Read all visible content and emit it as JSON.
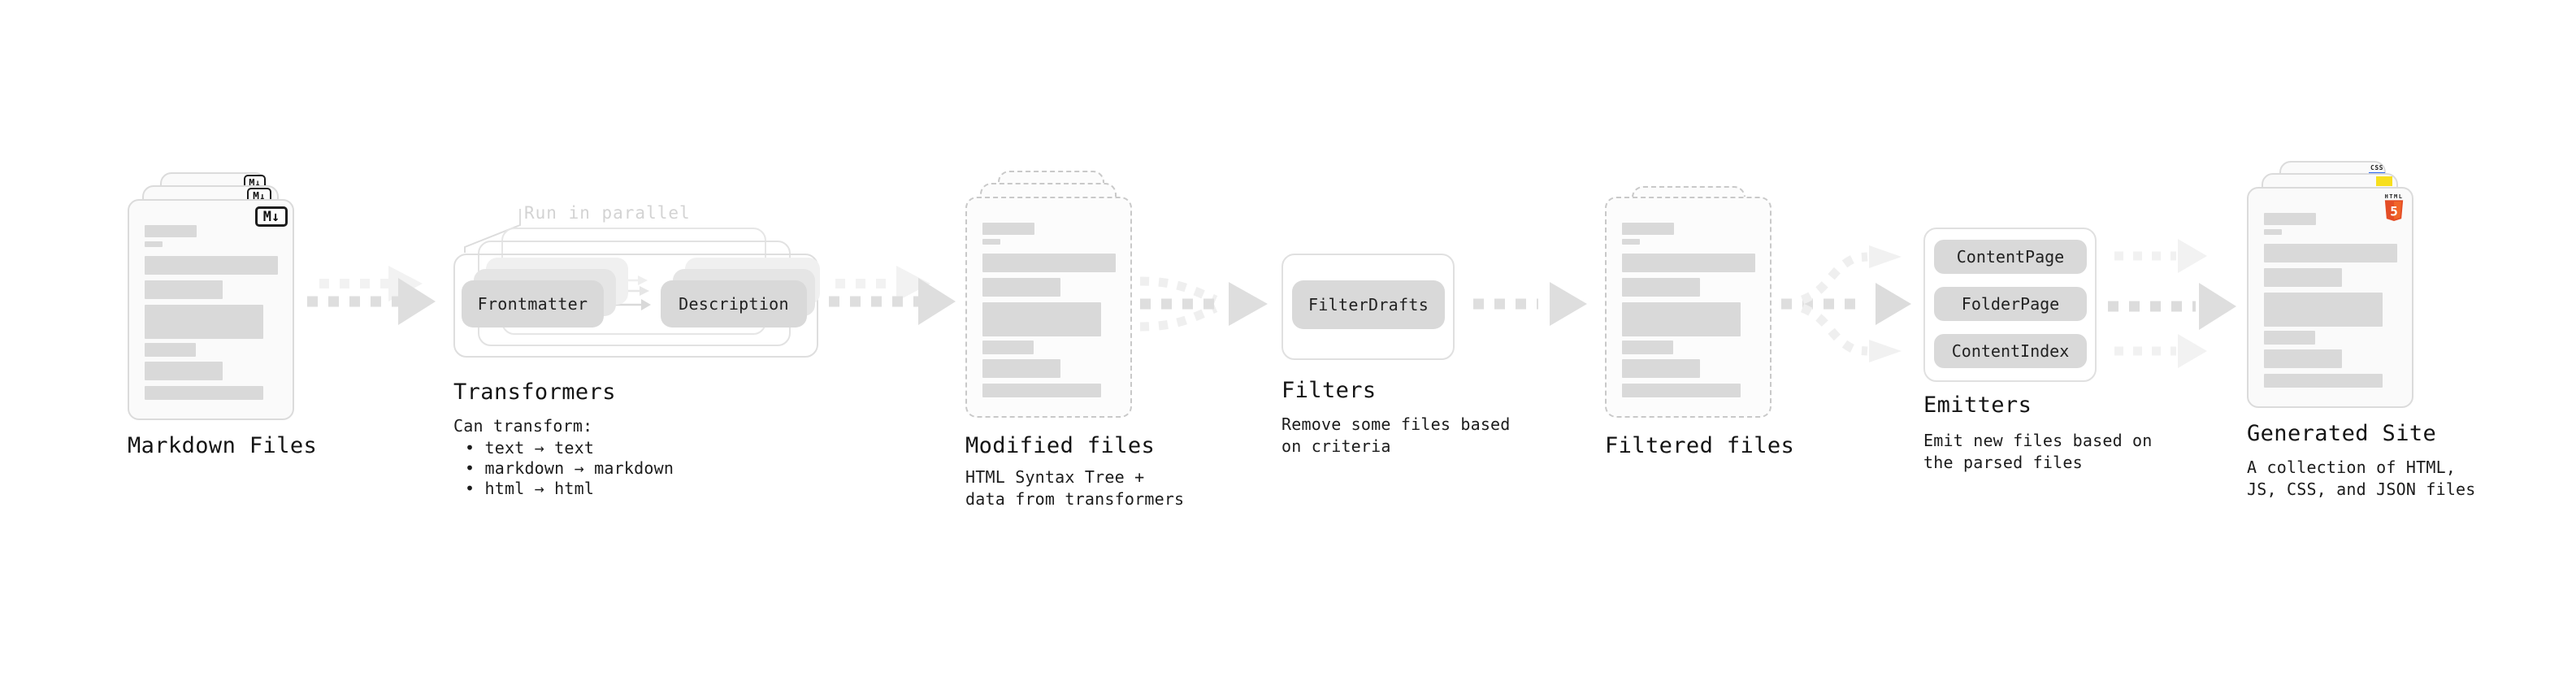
{
  "colors": {
    "html5_orange": "#e44d26",
    "html5_orange_light": "#f16529",
    "js_yellow": "#f7df1e",
    "css_blue": "#2965f1",
    "chip_gray": "#d9d9d9",
    "bar_gray": "#d9d9d9"
  },
  "file_page_bars": [
    {
      "w": 64,
      "h": 15,
      "mt": 30
    },
    {
      "w": 22,
      "h": 7,
      "mt": 5
    },
    {
      "w": 164,
      "h": 23,
      "mt": 11
    },
    {
      "w": 96,
      "h": 23,
      "mt": 7
    },
    {
      "w": 146,
      "h": 42,
      "mt": 7
    },
    {
      "w": 63,
      "h": 17,
      "mt": 5
    },
    {
      "w": 96,
      "h": 23,
      "mt": 6
    },
    {
      "w": 146,
      "h": 17,
      "mt": 7
    }
  ],
  "stages": {
    "markdown": {
      "label": "Markdown Files",
      "badge": "M↓"
    },
    "transformers": {
      "label": "Transformers",
      "annotation": "Run in parallel",
      "chip_input": "Frontmatter",
      "chip_output": "Description",
      "note_title": "Can transform:",
      "bullets": [
        "• text → text",
        "• markdown → markdown",
        "• html → html"
      ]
    },
    "modified": {
      "label": "Modified files",
      "note_line1": "HTML Syntax Tree +",
      "note_line2": "data from transformers"
    },
    "filters": {
      "label": "Filters",
      "chip": "FilterDrafts",
      "note_line1": "Remove some files based",
      "note_line2": "on criteria"
    },
    "filtered": {
      "label": "Filtered files"
    },
    "emitters": {
      "label": "Emitters",
      "chips": [
        "ContentPage",
        "FolderPage",
        "ContentIndex"
      ],
      "note_line1": "Emit new files based on",
      "note_line2": "the parsed files"
    },
    "generated": {
      "label": "Generated Site",
      "note_line1": "A collection of HTML,",
      "note_line2": "JS, CSS, and JSON files",
      "html_badge_top": "HTML",
      "html_badge_number": "5",
      "css_badge": "CSS"
    }
  }
}
